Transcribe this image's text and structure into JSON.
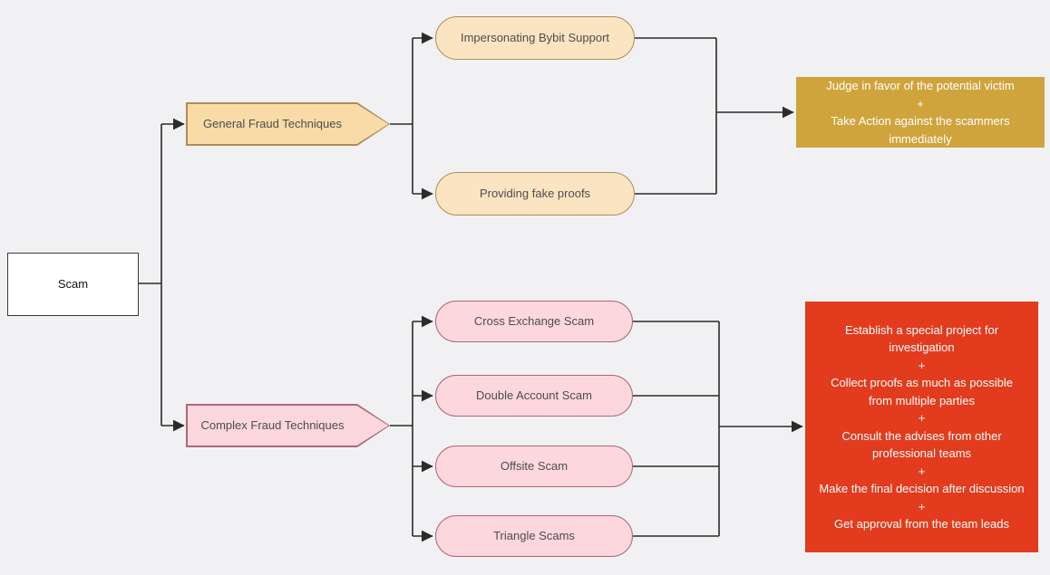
{
  "diagram": {
    "root_label": "Scam",
    "branches": {
      "general": "General Fraud Techniques",
      "complex": "Complex Fraud Techniques"
    },
    "general_children": [
      "Impersonating Bybit Support",
      "Providing fake proofs"
    ],
    "complex_children": [
      "Cross Exchange Scam",
      "Double Account Scam",
      "Offsite Scam",
      "Triangle Scams"
    ],
    "outcome_general": "Judge in favor of the potential victim\n+\nTake Action against the scammers immediately",
    "outcome_complex": "Establish a special project for investigation\n+\nCollect proofs as much as possible from multiple parties\n+\nConsult the advises from other professional teams\n+\nMake the final decision after discussion\n+\nGet approval from the team leads",
    "colors": {
      "background": "#f1f1f3",
      "general_fill": "#f8dba6",
      "general_border": "#ab8d58",
      "peach_pill_fill": "#fbe4c2",
      "complex_fill": "#fcd7de",
      "complex_border": "#ad6875",
      "outcome_gold": "#cfa43d",
      "outcome_red": "#e23b1e",
      "connector_line": "#2b2b2b"
    }
  }
}
